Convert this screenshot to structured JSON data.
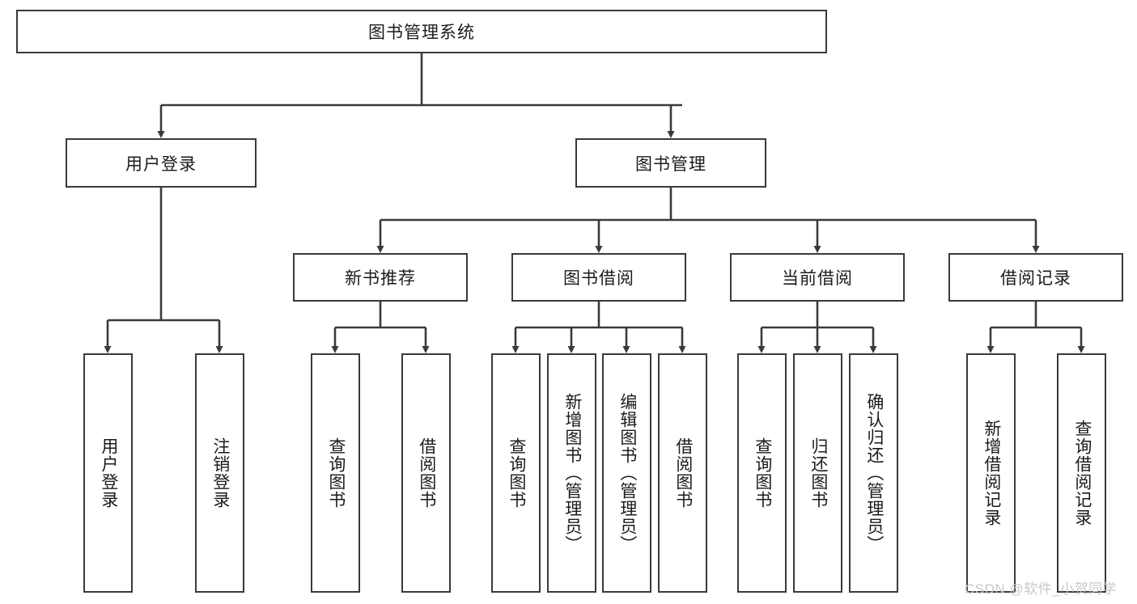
{
  "diagram": {
    "title": "图书管理系统",
    "type": "function-structure-tree",
    "background_color": "#ffffff",
    "line_color": "#3a3a3a",
    "text_color": "#1b1b1b"
  },
  "root": {
    "label": "图书管理系统"
  },
  "level2": [
    {
      "label": "用户登录"
    },
    {
      "label": "图书管理"
    }
  ],
  "level3": [
    {
      "label": "新书推荐"
    },
    {
      "label": "图书借阅"
    },
    {
      "label": "当前借阅"
    },
    {
      "label": "借阅记录"
    }
  ],
  "leaves": {
    "user_login": [
      {
        "label": "用户登录"
      },
      {
        "label": "注销登录"
      }
    ],
    "new_book_recommend": [
      {
        "label": "查询图书"
      },
      {
        "label": "借阅图书"
      }
    ],
    "book_borrow": [
      {
        "label": "查询图书"
      },
      {
        "label": "新增图书（管理员）"
      },
      {
        "label": "编辑图书（管理员）"
      },
      {
        "label": "借阅图书"
      }
    ],
    "current_borrow": [
      {
        "label": "查询图书"
      },
      {
        "label": "归还图书"
      },
      {
        "label": "确认归还（管理员）"
      }
    ],
    "borrow_record": [
      {
        "label": "新增借阅记录"
      },
      {
        "label": "查询借阅记录"
      }
    ]
  },
  "watermark": {
    "text": "CSDN @软件_小贺同学"
  }
}
